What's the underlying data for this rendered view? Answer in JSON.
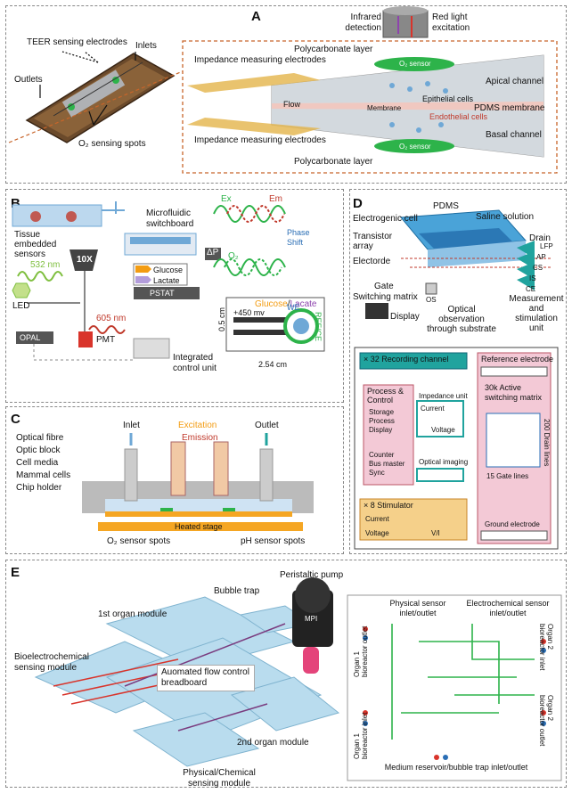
{
  "panels": {
    "a": "A",
    "b": "B",
    "c": "C",
    "d": "D",
    "e": "E"
  },
  "a": {
    "teer": "TEER sensing electrodes",
    "inlets": "Inlets",
    "outlets": "Outlets",
    "o2_spots": "O₂ sensing spots",
    "infrared": "Infrared detection",
    "red_light": "Red light excitation",
    "imp_top": "Impedance measuring electrodes",
    "polycarb_top": "Polycarbonate layer",
    "o2_sensor_top": "O₂ sensor",
    "flow": "Flow",
    "apical": "Apical channel",
    "epithelial": "Epithelial cells",
    "membrane_inner": "Membrane",
    "pdms_membrane": "PDMS membrane",
    "endothelial": "Endothelial cells",
    "basal": "Basal channel",
    "imp_bottom": "Impedance measuring electrodes",
    "polycarb_bottom": "Polycarbonate layer",
    "o2_sensor_bottom": "O₂ sensor"
  },
  "b": {
    "microfluidic": "Microfluidic switchboard",
    "tissue": "Tissue embedded sensors",
    "ten_x": "10X",
    "nm532": "532 nm",
    "nm605": "605 nm",
    "led": "LED",
    "pmt": "PMT",
    "opal": "OPAL",
    "dp": "ΔP",
    "glucose": "Glucose",
    "lactate": "Lactate",
    "pstat": "PSTAT",
    "integrated": "Integrated control unit",
    "ex": "Ex",
    "em": "Em",
    "phase_shift": "Phase Shift",
    "o2": "O₂",
    "gl_title_glucose": "Glucose",
    "gl_title_lactate": "Lacate",
    "mv": "+450 mv",
    "we": "WE",
    "ref": "REF/CE",
    "cm05": "0.5 cm",
    "cm254": "2.54 cm"
  },
  "c": {
    "inlet": "Inlet",
    "outlet": "Outlet",
    "excitation": "Excitation",
    "emission": "Emission",
    "optical_fibre": "Optical fibre",
    "optic_block": "Optic block",
    "cell_media": "Cell media",
    "mammal": "Mammal cells",
    "chip_holder": "Chip holder",
    "heated": "Heated stage",
    "o2_spots": "O₂ sensor spots",
    "ph_spots": "pH sensor spots"
  },
  "d": {
    "pdms": "PDMS",
    "saline": "Saline solution",
    "electrogenic": "Electrogenic cell",
    "transistor": "Transistor array",
    "drain": "Drain",
    "electrode": "Electorde",
    "gate": "Gate",
    "switching": "Switching matrix",
    "os": "OS",
    "display": "Display",
    "optical": "Optical observation through substrate",
    "measurement": "Measurement and stimulation unit",
    "lfp": "LFP",
    "ap": "AP",
    "cs": "CS",
    "is": "IS",
    "ce": "CE",
    "recording": "× 32 Recording channel",
    "reference": "Reference electrode",
    "process_control": "Process & Control",
    "storage": "Storage",
    "process": "Process",
    "display2": "Display",
    "impedance": "Impedance unit",
    "current": "Current",
    "voltage": "Voltage",
    "active": "30k Active switching matrix",
    "drain_lines": "200 Drain lines",
    "counter": "Counter",
    "bus": "Bus master",
    "sync": "Sync",
    "optical_imaging": "Optical imaging",
    "gate_lines": "15 Gate lines",
    "stimulator": "× 8 Stimulator",
    "current2": "Current",
    "voltage2": "Voltage",
    "vi": "V/I",
    "ground": "Ground electrode"
  },
  "e": {
    "peristaltic": "Peristaltic pump",
    "bubble": "Bubble trap",
    "first_organ": "1st organ module",
    "bioelectro": "Bioelectrochemical sensing module",
    "automated": "Auomated flow control breadboard",
    "second_organ": "2nd organ module",
    "physchem": "Physical/Chemical sensing module",
    "mpi": "MPI",
    "phys_inlet": "Physical sensor inlet/outlet",
    "electro_inlet": "Electrochemical sensor inlet/outlet",
    "organ1_outlet": "Organ 1 bioreactor outlet",
    "organ1_inlet": "Organ 1 bioreactor inlet",
    "organ2_inlet": "Organ 2 bioreactor inlet",
    "organ2_outlet": "Organ 2 bioreactor outlet",
    "medium": "Medium reservoir/bubble trap inlet/outlet"
  },
  "colors": {
    "orange_dash": "#c8652a",
    "green_sensor": "#2db34a",
    "blue_flow": "#6fa8d6",
    "pink": "#f3c9d6",
    "teal": "#20a39e",
    "orange_box": "#f5a623",
    "red_trace": "#d9342b"
  }
}
